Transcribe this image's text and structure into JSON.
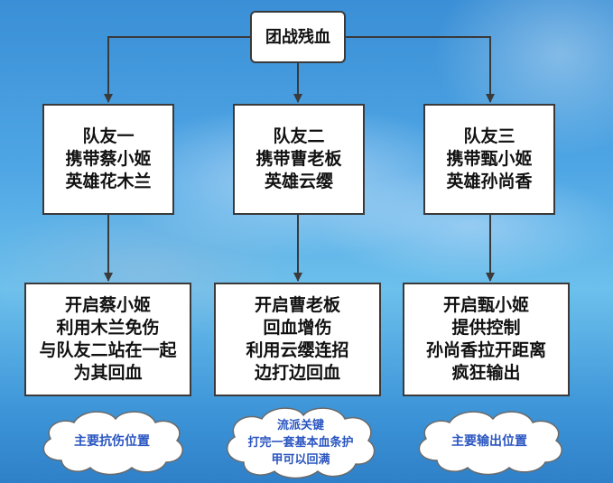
{
  "root": "团战残血",
  "teammates": [
    {
      "lines": [
        "队友一",
        "携带蔡小姬",
        "英雄花木兰"
      ]
    },
    {
      "lines": [
        "队友二",
        "携带曹老板",
        "英雄云缨"
      ]
    },
    {
      "lines": [
        "队友三",
        "携带甄小姬",
        "英雄孙尚香"
      ]
    }
  ],
  "actions": [
    {
      "lines": [
        "开启蔡小姬",
        "利用木兰免伤",
        "与队友二站在一起",
        "为其回血"
      ]
    },
    {
      "lines": [
        "开启曹老板",
        "回血增伤",
        "利用云缨连招",
        "边打边回血"
      ]
    },
    {
      "lines": [
        "开启甄小姬",
        "提供控制",
        "孙尚香拉开距离",
        "疯狂输出"
      ]
    }
  ],
  "clouds": [
    {
      "lines": [
        "主要抗伤位置"
      ]
    },
    {
      "lines": [
        "流派关键",
        "打完一套基本血条护",
        "甲可以回满"
      ]
    },
    {
      "lines": [
        "主要输出位置"
      ]
    }
  ],
  "colors": {
    "cloud_text": "#2a55c0",
    "box_border": "#3a3a3a",
    "connector": "#3a3a3a"
  }
}
